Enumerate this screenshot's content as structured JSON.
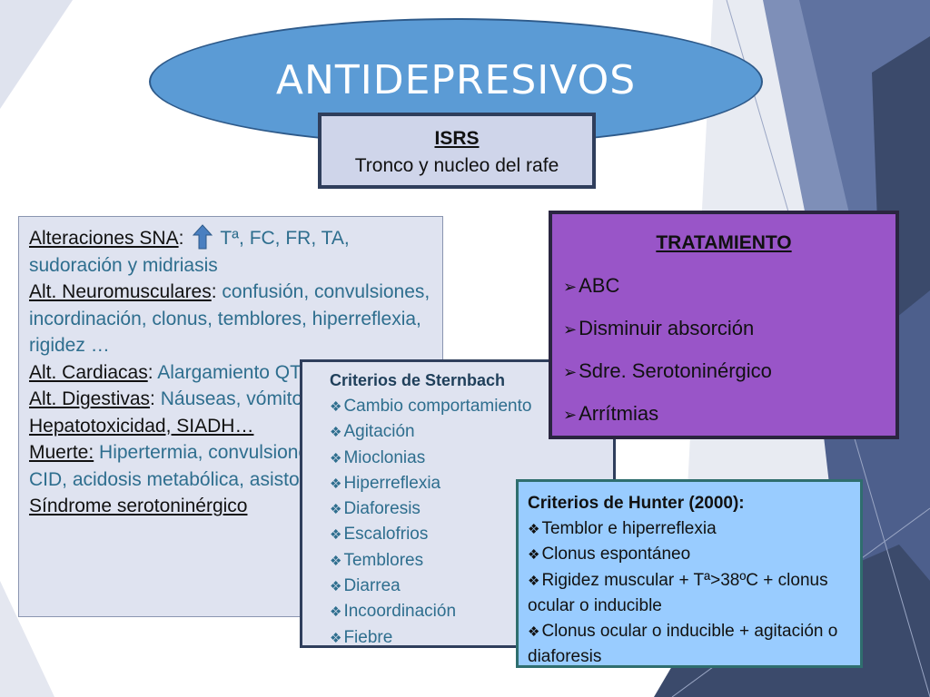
{
  "title": "ANTIDEPRESIVOS",
  "isrs": {
    "title": "ISRS",
    "subtitle": "Tronco y nucleo del rafe"
  },
  "effects": {
    "sna_label": "Alteraciones SNA",
    "sna_text": "Tª, FC, FR, TA, sudoración y midriasis",
    "neuro_label": "Alt. Neuromusculares",
    "neuro_text": "confusión, convulsiones, incordinación, clonus, temblores, hiperreflexia, rigidez …",
    "cardio_label": "Alt. Cardiacas",
    "cardio_text": "Alargamiento QT, TSV…",
    "digest_label": "Alt. Digestivas",
    "digest_text": "Náuseas, vómitos, diarreas..",
    "hepato": "Hepatotoxicidad, SIADH…",
    "muerte_label": "Muerte:",
    "muerte_text": "Hipertermia, convulsiones, coma, TV, CID, acidosis metabólica, asistolia",
    "sindrome": "Síndrome serotoninérgico"
  },
  "sternbach": {
    "title": "Criterios de Sternbach",
    "items": [
      "Cambio comportamiento",
      "Agitación",
      "Mioclonias",
      "Hiperreflexia",
      "Diaforesis",
      "Escalofrios",
      "Temblores",
      "Diarrea",
      "Incoordinación",
      "Fiebre"
    ]
  },
  "tratamiento": {
    "title": "TRATAMIENTO",
    "items": [
      "ABC",
      "Disminuir absorción",
      "Sdre. Serotoninérgico",
      "Arrítmias"
    ]
  },
  "hunter": {
    "title": "Criterios de Hunter (2000):",
    "items": [
      "Temblor e hiperreflexia",
      "Clonus espontáneo",
      "Rigidez muscular + Tª>38ºC + clonus ocular o inducible",
      "Clonus ocular o inducible + agitación o diaforesis"
    ]
  },
  "icons": {
    "increase_arrow": "up-arrow-icon",
    "sternbach_bullet": "diamond-bullet-icon",
    "tratamiento_bullet": "arrow-bullet-icon",
    "hunter_bullet": "diamond-bullet-icon"
  },
  "colors": {
    "title_ellipse": "#5b9bd5",
    "isrs_box": "#cfd5ea",
    "effects_box": "#dfe3f0",
    "effects_text": "#2e6e8e",
    "tratamiento_box": "#9955c8",
    "hunter_box": "#99ccff",
    "bg_navy": "#3b4a6b"
  }
}
